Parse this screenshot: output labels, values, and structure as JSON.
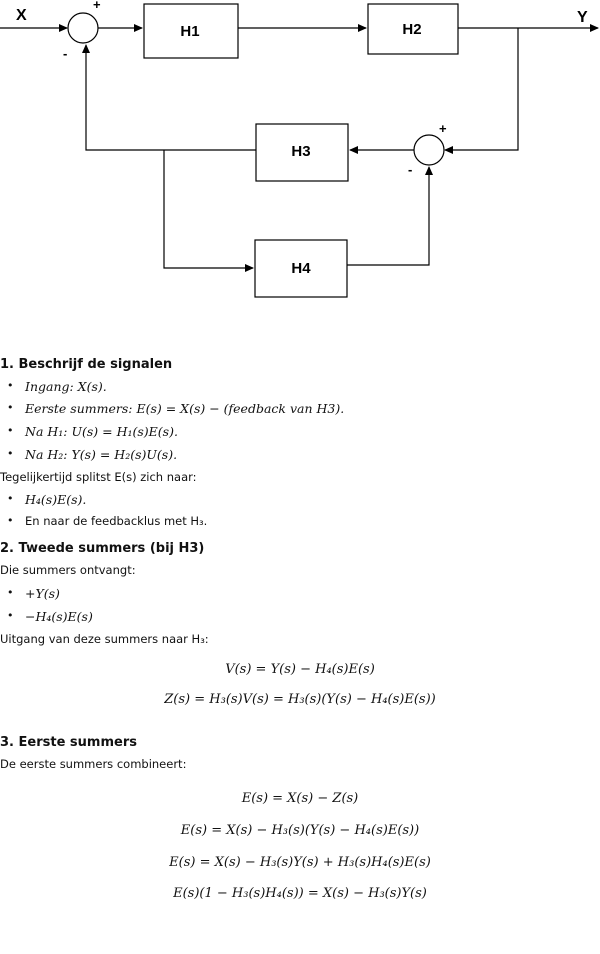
{
  "diagram": {
    "input_label": "X",
    "output_label": "Y",
    "blocks": {
      "h1": "H1",
      "h2": "H2",
      "h3": "H3",
      "h4": "H4"
    },
    "summer1_signs": {
      "plus": "+",
      "minus": "-"
    },
    "summer2_signs": {
      "plus": "+",
      "minus": "-"
    }
  },
  "section1": {
    "heading": "1. Beschrijf de signalen",
    "items": [
      "Ingang: X(s).",
      "Eerste summers: E(s) = X(s) − (feedback van H3).",
      "Na H₁: U(s) = H₁(s)E(s).",
      "Na H₂: Y(s) = H₂(s)U(s)."
    ],
    "split_text": "Tegelijkertijd splitst E(s) zich naar:",
    "split_items": [
      "H₄(s)E(s).",
      "En naar de feedbacklus met H₃."
    ]
  },
  "section2": {
    "heading": "2. Tweede summers (bij H3)",
    "intro": "Die summers ontvangt:",
    "items": [
      "+Y(s)",
      "−H₄(s)E(s)"
    ],
    "output_text": "Uitgang van deze summers naar H₃:",
    "equations": [
      "V(s) = Y(s) − H₄(s)E(s)",
      "Z(s) = H₃(s)V(s) = H₃(s)(Y(s) − H₄(s)E(s))"
    ]
  },
  "section3": {
    "heading": "3. Eerste summers",
    "intro": "De eerste summers combineert:",
    "equations": [
      "E(s) = X(s) − Z(s)",
      "E(s) = X(s) − H₃(s)(Y(s) − H₄(s)E(s))",
      "E(s) = X(s) − H₃(s)Y(s) + H₃(s)H₄(s)E(s)",
      "E(s)(1 − H₃(s)H₄(s)) = X(s) − H₃(s)Y(s)"
    ]
  }
}
